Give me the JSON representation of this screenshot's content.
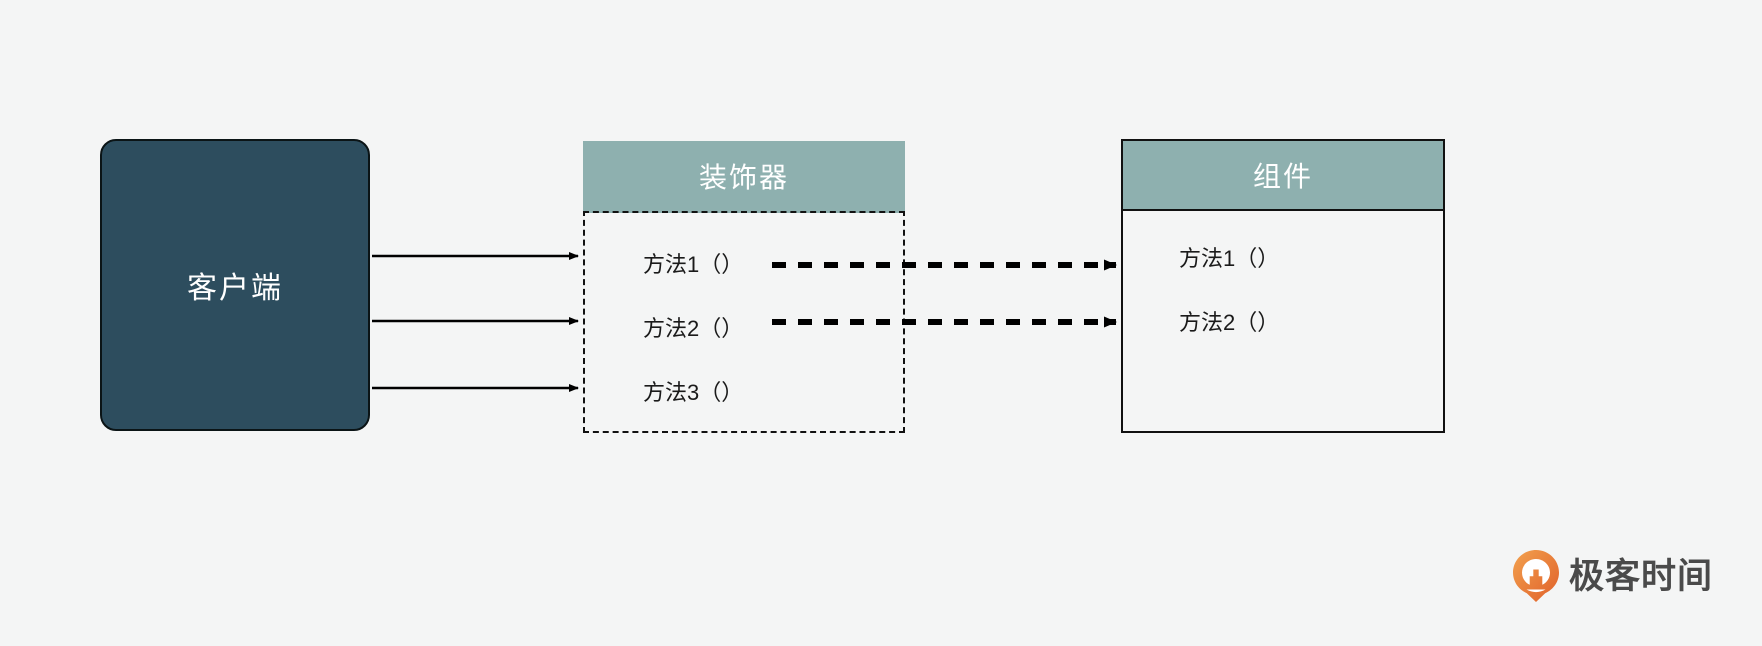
{
  "diagram": {
    "title": "Decorator Pattern Diagram",
    "background_color": "#f4f5f5",
    "client": {
      "label": "客户端",
      "fill_color": "#2d4d5e",
      "text_color": "#ffffff"
    },
    "decorator": {
      "header_label": "装饰器",
      "header_color": "#8eb0af",
      "border_style": "dashed",
      "methods": [
        {
          "label": "方法1（）"
        },
        {
          "label": "方法2（）"
        },
        {
          "label": "方法3（）"
        }
      ]
    },
    "component": {
      "header_label": "组件",
      "header_color": "#8eb0af",
      "border_style": "solid",
      "methods": [
        {
          "label": "方法1（）"
        },
        {
          "label": "方法2（）"
        }
      ]
    },
    "connections": {
      "client_to_decorator": {
        "style": "solid",
        "count": 3,
        "color": "#000000"
      },
      "decorator_to_component": {
        "style": "dashed",
        "count": 2,
        "color": "#000000"
      }
    }
  },
  "logo": {
    "text": "极客时间",
    "mark_color_start": "#f0913b",
    "mark_color_end": "#e2632c",
    "text_color": "#4a4a4a"
  }
}
